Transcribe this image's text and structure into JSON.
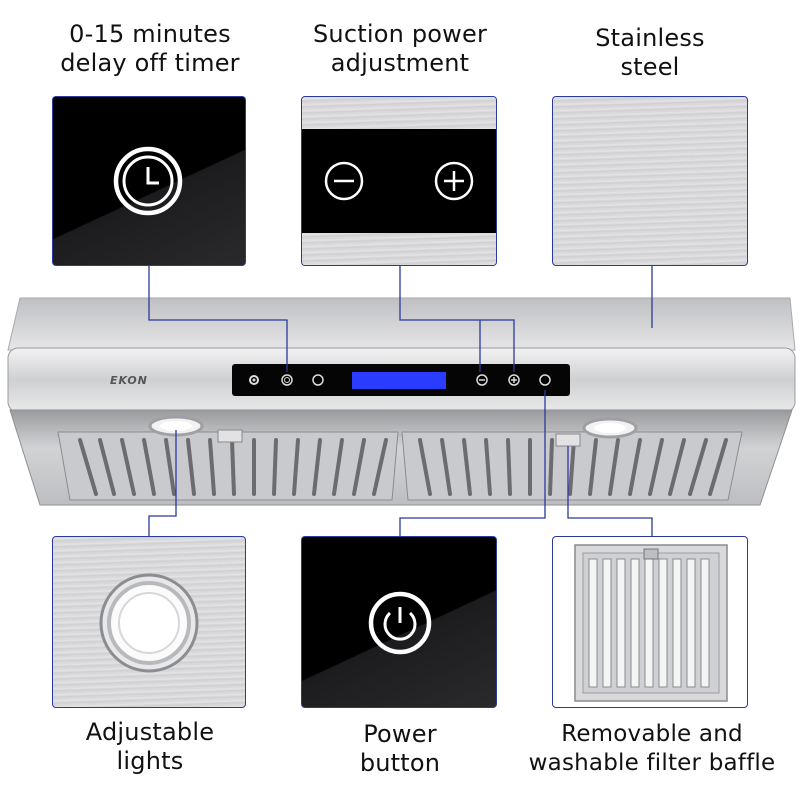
{
  "features": {
    "timer": {
      "line1": "0-15 minutes",
      "line2": "delay off timer",
      "icon": "clock-icon"
    },
    "suction": {
      "line1": "Suction power",
      "line2": "adjustment",
      "icons": [
        "minus-icon",
        "plus-icon"
      ]
    },
    "steel": {
      "line1": "Stainless",
      "line2": "steel"
    },
    "lights": {
      "line1": "Adjustable",
      "line2": "lights"
    },
    "power": {
      "line1": "Power",
      "line2": "button",
      "icon": "power-icon"
    },
    "filter": {
      "line1": "Removable and",
      "line2": "washable filter baffle"
    }
  },
  "hood": {
    "brand": "EKON"
  },
  "colors": {
    "callout_border": "#2b3a9a",
    "display_blue": "#2a3cff",
    "glass": "#000000",
    "steel": "#d9d9db"
  }
}
